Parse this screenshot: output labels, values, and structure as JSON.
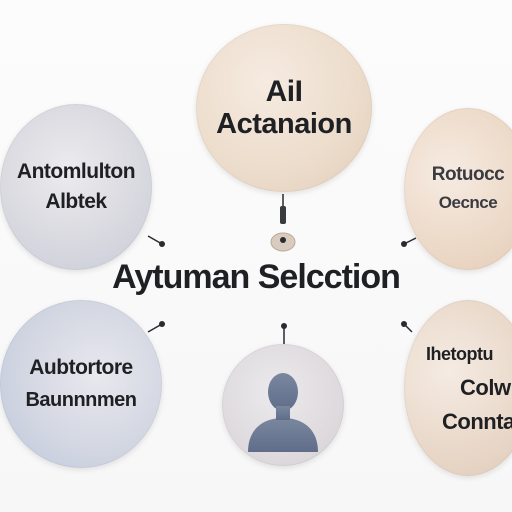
{
  "center": {
    "title": "Aytuman Selcction"
  },
  "nodes": {
    "top": {
      "line1": "AiI",
      "line2": "Actanaion"
    },
    "left": {
      "line1": "Antomlulton",
      "line2": "Albtek"
    },
    "right": {
      "line1": "Rotuocc",
      "line2": "Oecnce"
    },
    "bottom_left": {
      "line1": "Aubtortore",
      "line2": "Baunnnmen"
    },
    "bottom_center": {
      "icon": "person-silhouette-icon"
    },
    "bottom_right": {
      "line1": "Ihetoptu",
      "line2": "Colw",
      "line3": "Conntal"
    }
  },
  "colors": {
    "text": "#1f2024",
    "warm_node": "#ecdccb",
    "cool_node": "#d3d7e2",
    "connector": "#2a2b30",
    "person": "#6f7d99"
  }
}
